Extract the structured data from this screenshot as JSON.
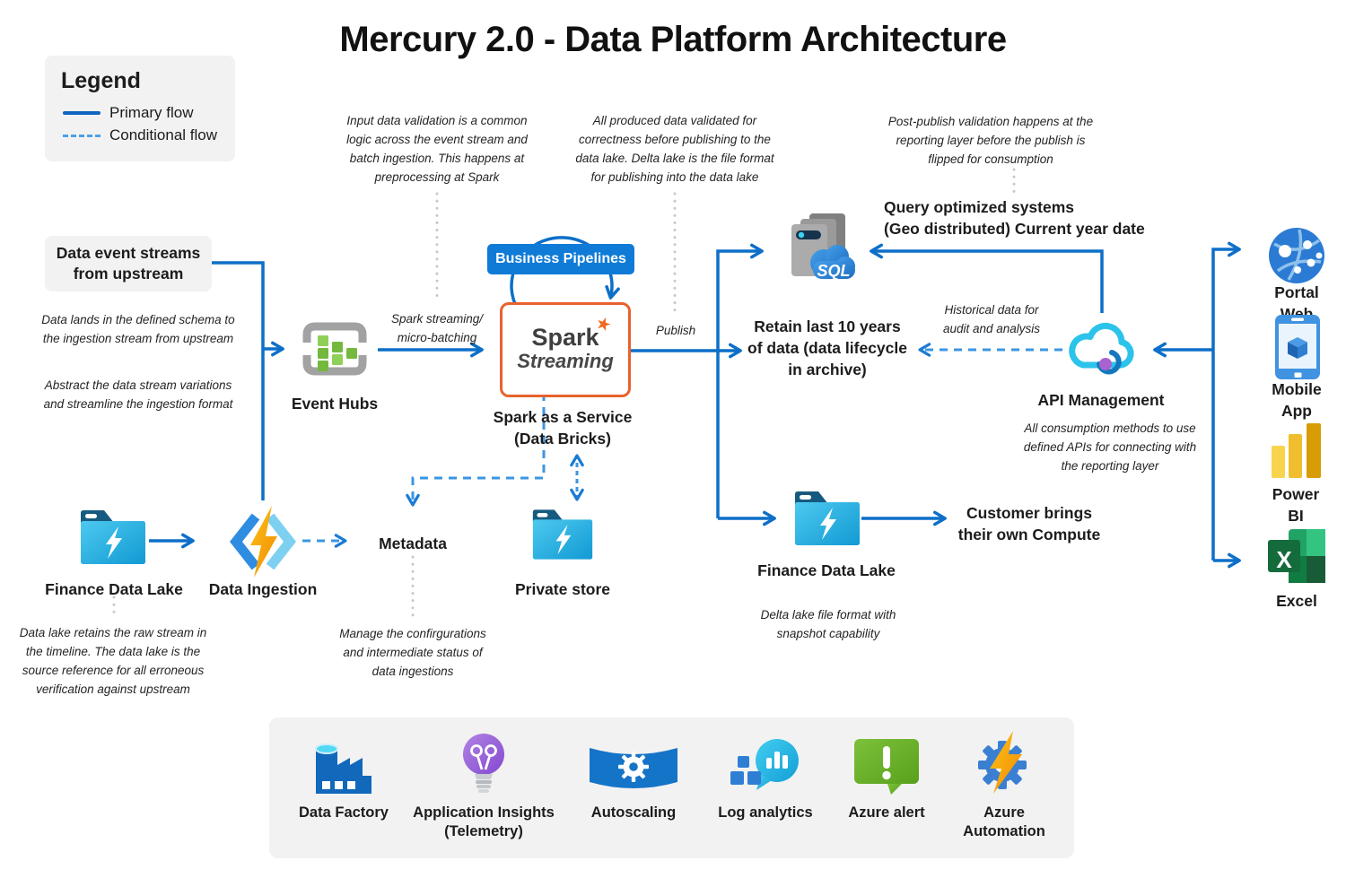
{
  "title": "Mercury 2.0 - Data Platform Architecture",
  "legend": {
    "title": "Legend",
    "primary": "Primary flow",
    "conditional": "Conditional flow"
  },
  "annotations": {
    "input_validation": "Input data validation is a common\nlogic across the event stream and\nbatch ingestion. This happens at\npreprocessing at Spark",
    "produced_data": "All produced data validated for\ncorrectness before publishing to the\ndata lake. Delta lake is the file format\nfor publishing into the data lake",
    "post_publish": "Post-publish validation happens at the\nreporting layer before the publish is\nflipped for consumption",
    "data_lands": "Data lands in the defined schema to\nthe ingestion stream from upstream",
    "abstract_stream": "Abstract the data stream variations\nand streamline the ingestion format",
    "data_lake_retains": "Data lake retains the raw stream in\nthe timeline. The data lake is the\nsource reference for all erroneous\nverification against upstream",
    "manage_config": "Manage the confirgurations\nand intermediate status of\ndata ingestions",
    "historical": "Historical data for\naudit and analysis",
    "consumption": "All consumption methods to use\ndefined APIs for connecting with\nthe reporting layer",
    "delta_lake": "Delta lake file format with\nsnapshot capability"
  },
  "nodes": {
    "upstream_box": "Data event streams\nfrom upstream",
    "event_hubs": "Event Hubs",
    "business_pipelines": "Business Pipelines",
    "spark_logo_top": "Spark",
    "spark_star": "★",
    "spark_logo_bottom": "Streaming",
    "spark_service": "Spark as a Service\n(Data Bricks)",
    "sql_badge": "SQL",
    "query_optimized": "Query optimized systems\n(Geo distributed) Current year date",
    "retain": "Retain last 10 years\nof data (data lifecycle\nin archive)",
    "api_management": "API Management",
    "portal_web": "Portal Web",
    "mobile_app": "Mobile App",
    "power_bi": "Power BI",
    "excel": "Excel",
    "excel_x": "X",
    "finance_data_lake_left": "Finance Data Lake",
    "data_ingestion": "Data Ingestion",
    "metadata": "Metadata",
    "private_store": "Private store",
    "finance_data_lake_right": "Finance Data Lake",
    "customer_compute": "Customer brings\ntheir own Compute"
  },
  "edge_labels": {
    "spark_streaming": "Spark streaming/\nmicro-batching",
    "publish": "Publish"
  },
  "bottom_bar": {
    "items": [
      {
        "label": "Data Factory",
        "icon": "data-factory-icon"
      },
      {
        "label": "Application Insights\n(Telemetry)",
        "icon": "application-insights-icon"
      },
      {
        "label": "Autoscaling",
        "icon": "autoscaling-icon"
      },
      {
        "label": "Log analytics",
        "icon": "log-analytics-icon"
      },
      {
        "label": "Azure alert",
        "icon": "azure-alert-icon"
      },
      {
        "label": "Azure\nAutomation",
        "icon": "azure-automation-icon"
      }
    ]
  },
  "colors": {
    "primary_flow": "#0d6fc8",
    "conditional_flow": "#3b96e2",
    "note_connector": "#c9c9c9",
    "business_pipelines_bg": "#0f7bd7",
    "spark_border": "#e8622d",
    "panel_bg": "#f2f2f2"
  }
}
